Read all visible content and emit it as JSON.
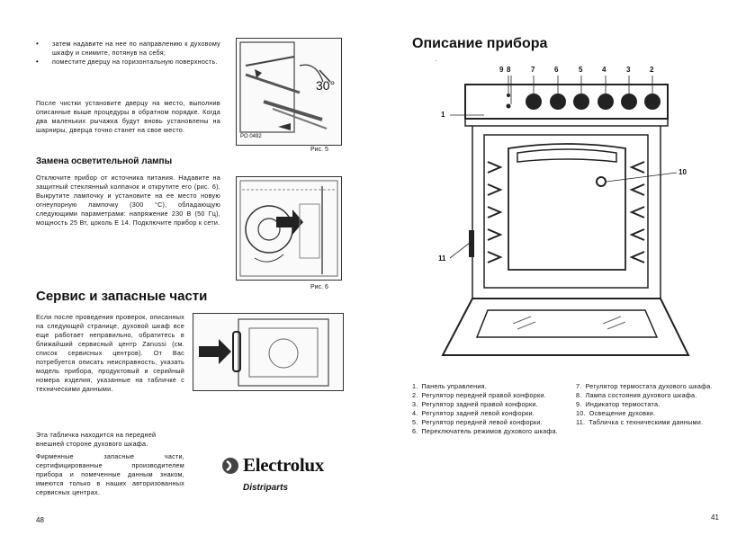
{
  "left": {
    "bullets": [
      "затем надавите на нее по направлению к духовому шкафу и снимите, потянув на себя;",
      "поместите дверцу на горизонтальную поверхность."
    ],
    "cleaning_text": "После чистки установите дверцу на место, выполнив описанные выше процедуры в обратном порядке. Когда два маленьких рычажка будут вновь установлены на шарниры, дверца точно станет на свое место.",
    "fig5_caption": "Рис. 5",
    "fig5_code": "PO 0492",
    "fig5_angle": "30°",
    "lamp_heading": "Замена осветительной лампы",
    "lamp_text": "Отключите прибор от источника питания. Надавите на защитный стеклянный колпачок и открутите его (рис. 6). Выкрутите лампочку и установите на ее место новую огнеупорную лампочку (300 °С), обладающую следующими параметрами: напряжение 230 В (50 Гц), мощность 25 Вт, цоколь Е 14. Подключите прибор к сети.",
    "fig6_caption": "Рис. 6",
    "service_heading": "Сервис и запасные части",
    "service_text": "Если после проведения проверок, описанных на следующей странице, духовой шкаф все еще работает неправильно, обратитесь в ближайший сервисный центр Zanussi (см. список сервисных центров). От Вас потребуется описать неисправность, указать модель прибора, продуктовый и серийный номера изделия, указанные на табличке с техническими данными.",
    "plate_text": "Эта табличка находится на передней внешней стороне духового шкафа.",
    "parts_text": "Фирменные запасные части, сертифицированные производителем прибора и помеченные данным знаком, имеются только в наших авторизованных сервисных центрах.",
    "brand": "Electrolux",
    "brand_sub": "Distriparts",
    "page_number": "48"
  },
  "right": {
    "heading": "Описание прибора",
    "dot": ".",
    "callouts": [
      "9",
      "8",
      "7",
      "6",
      "5",
      "4",
      "3",
      "2",
      "1",
      "10",
      "11"
    ],
    "legend_left": [
      {
        "n": "1.",
        "t": "Панель управления."
      },
      {
        "n": "2.",
        "t": "Регулятор передней правой конфорки."
      },
      {
        "n": "3.",
        "t": "Регулятор задней правой конфорки."
      },
      {
        "n": "4.",
        "t": "Регулятор задней левой конфорки."
      },
      {
        "n": "5.",
        "t": "Регулятор передней левой конфорки."
      },
      {
        "n": "6.",
        "t": "Переключатель режимов духового шкафа."
      }
    ],
    "legend_right": [
      {
        "n": "7.",
        "t": "Регулятор термостата духового шкафа."
      },
      {
        "n": "8.",
        "t": "Лампа состояния духового шкафа."
      },
      {
        "n": "9.",
        "t": "Индикатор термостата."
      },
      {
        "n": "10.",
        "t": "Освещение духовки."
      },
      {
        "n": "11.",
        "t": "Табличка с техническими данными."
      }
    ],
    "page_number": "41"
  }
}
